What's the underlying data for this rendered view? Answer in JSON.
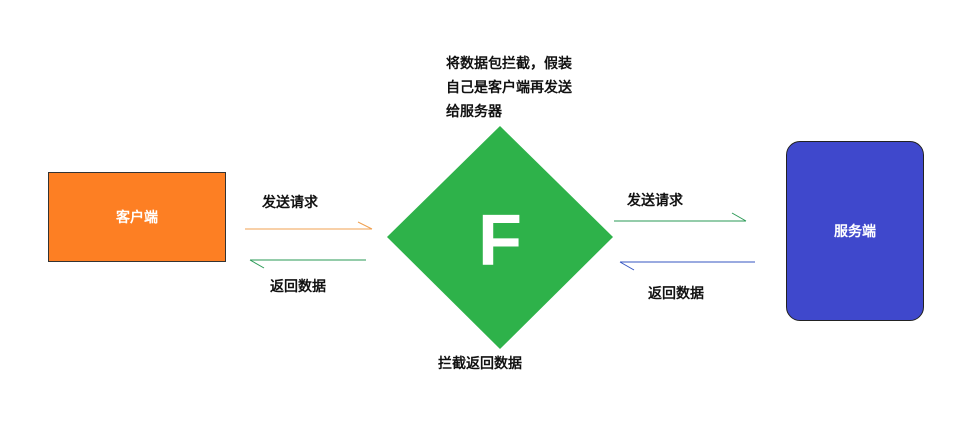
{
  "client": {
    "label": "客户端",
    "color": "#fd7f23"
  },
  "server": {
    "label": "服务端",
    "color": "#3f48cc"
  },
  "proxy": {
    "label": "F",
    "color": "#2eb24a"
  },
  "note": {
    "lines": [
      "将数据包拦截，假装",
      "自己是客户端再发送",
      "给服务器"
    ]
  },
  "left": {
    "request_label": "发送请求",
    "response_label": "返回数据"
  },
  "right": {
    "request_label": "发送请求",
    "response_label": "返回数据"
  },
  "bottom_label": "拦截返回数据",
  "arrow_colors": {
    "request_left": "#f0a050",
    "response_left": "#2a9a55",
    "request_right": "#2a9a55",
    "response_right": "#3555c0"
  }
}
